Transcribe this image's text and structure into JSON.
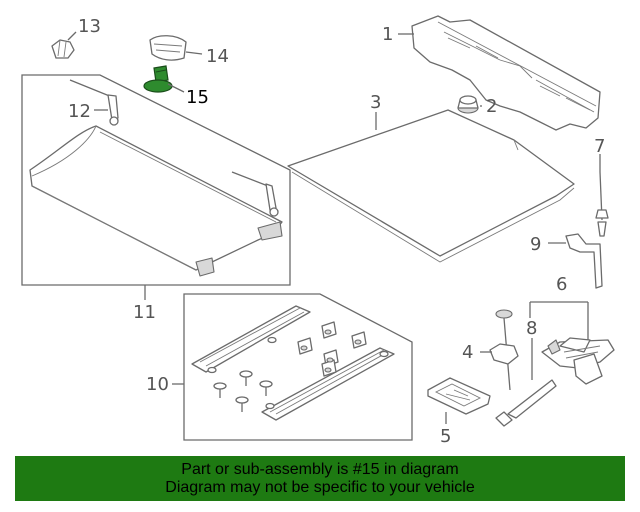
{
  "callouts": {
    "c1": "1",
    "c2": "2",
    "c3": "3",
    "c4": "4",
    "c5": "5",
    "c6": "6",
    "c7": "7",
    "c8": "8",
    "c9": "9",
    "c10": "10",
    "c11": "11",
    "c12": "12",
    "c13": "13",
    "c14": "14",
    "c15": "15"
  },
  "banner": {
    "line1": "Part or sub-assembly is #15 in diagram",
    "line2": "Diagram may not be specific to your vehicle"
  },
  "colors": {
    "highlight_part": "#2e8b2e",
    "banner_bg": "#1e7a12",
    "line": "#6b6b6b"
  }
}
